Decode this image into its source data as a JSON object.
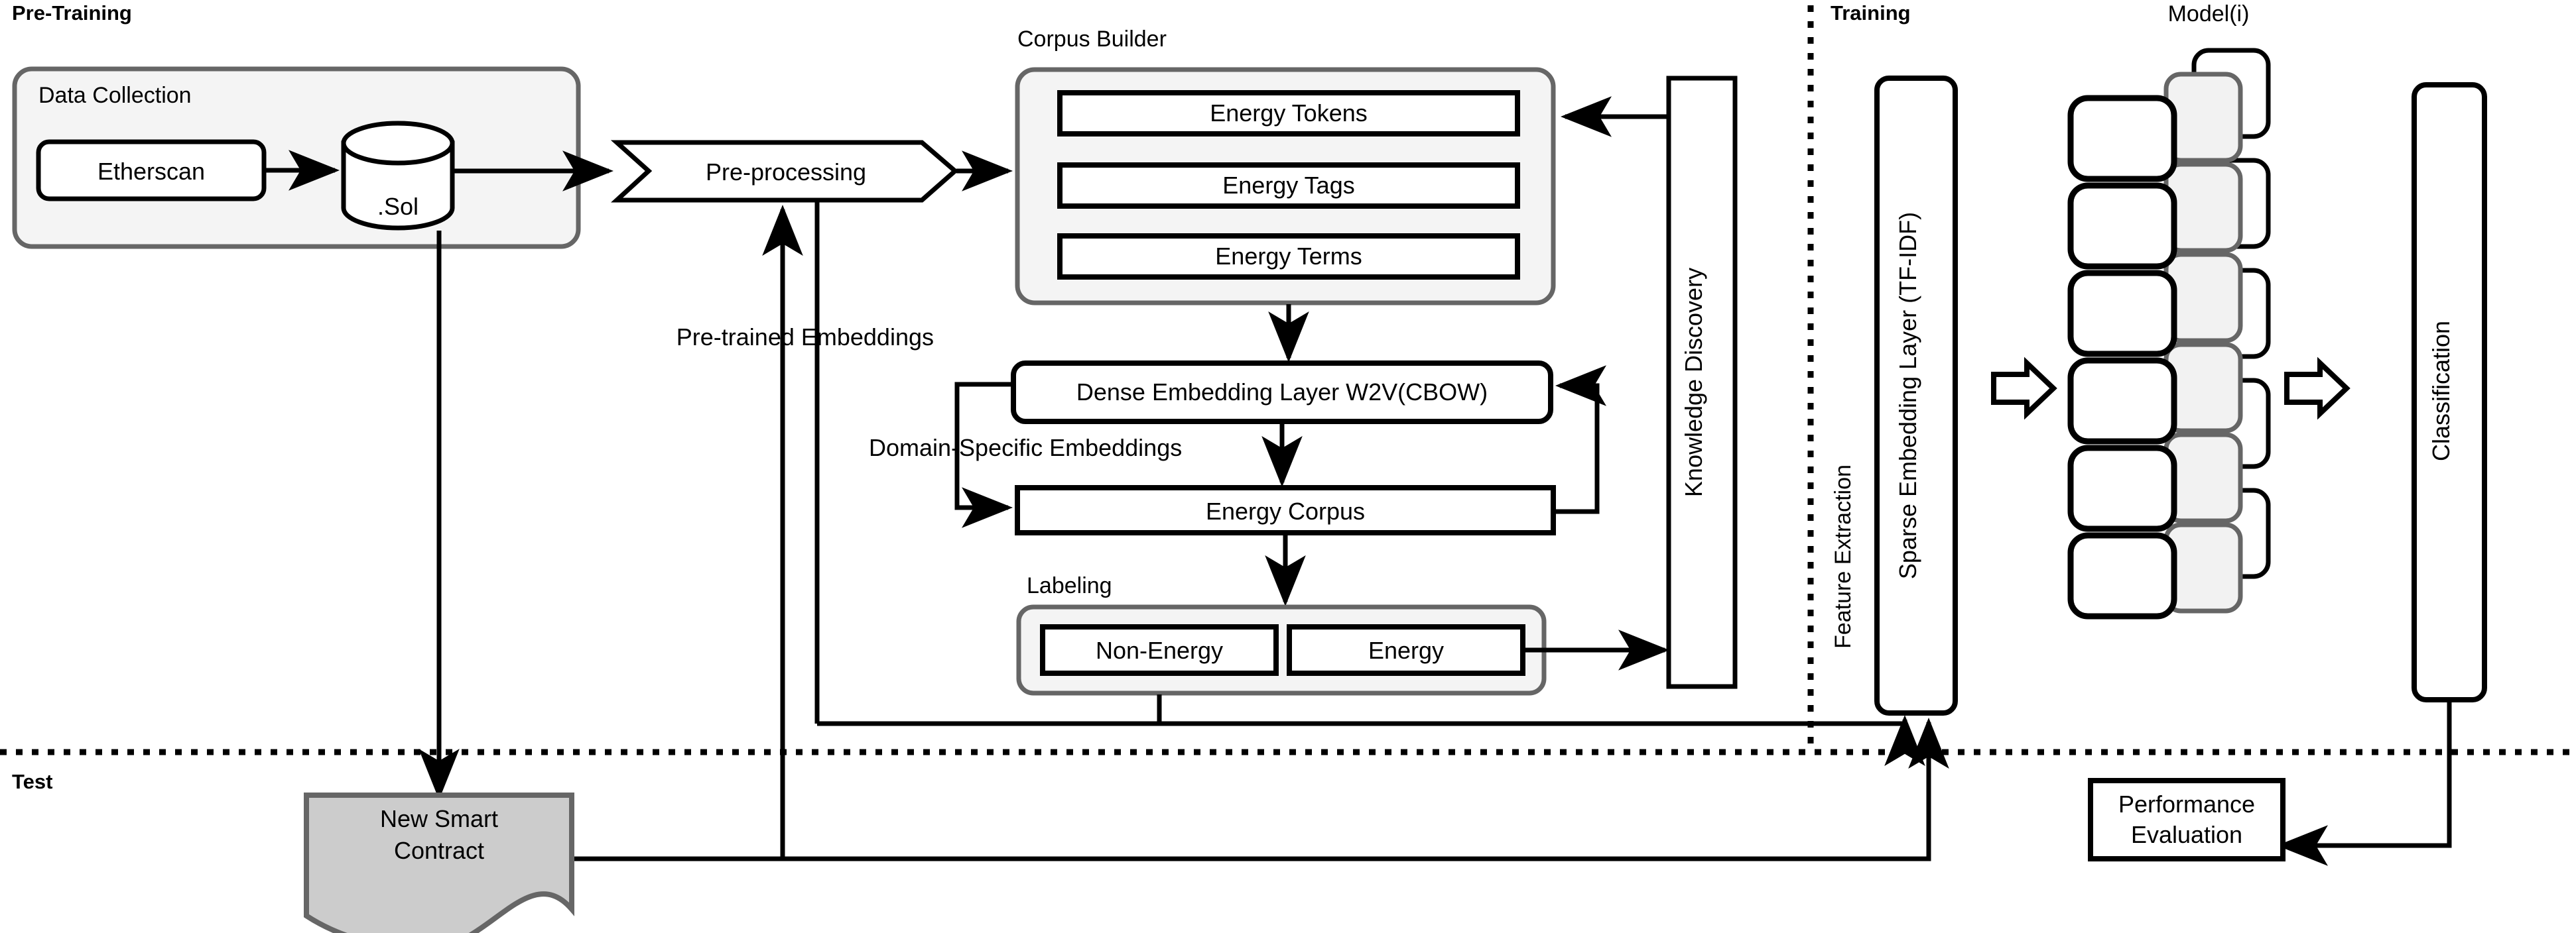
{
  "phases": {
    "pretraining": "Pre-Training",
    "training": "Training",
    "test": "Test"
  },
  "groups": {
    "data_collection": "Data Collection",
    "corpus_builder": "Corpus Builder",
    "labeling": "Labeling",
    "model": "Model(i)"
  },
  "nodes": {
    "etherscan": "Etherscan",
    "sol_store": ".Sol",
    "preprocessing": "Pre-processing",
    "energy_tokens": "Energy Tokens",
    "energy_tags": "Energy Tags",
    "energy_terms": "Energy Terms",
    "dense_embedding": "Dense Embedding Layer W2V(CBOW)",
    "energy_corpus": "Energy Corpus",
    "non_energy": "Non-Energy",
    "energy": "Energy",
    "knowledge_discovery": "Knowledge Discovery",
    "feature_extraction": "Feature Extraction",
    "sparse_embedding": "Sparse Embedding Layer (TF-IDF)",
    "classification": "Classification",
    "new_smart_contract_line1": "New Smart",
    "new_smart_contract_line2": "Contract",
    "performance_eval_line1": "Performance",
    "performance_eval_line2": "Evaluation"
  },
  "edge_labels": {
    "pretrained_embeddings": "Pre-trained Embeddings",
    "domain_specific_embeddings": "Domain-Specific Embeddings"
  },
  "colors": {
    "stroke": "#000000",
    "group_stroke": "#666666",
    "group_fill": "#f4f4f4",
    "doc_fill": "#cccccc",
    "stack_back_fill": "#f2f2f2",
    "background": "#ffffff"
  },
  "model_stack": {
    "layer_count": 5,
    "column_count": 3
  }
}
